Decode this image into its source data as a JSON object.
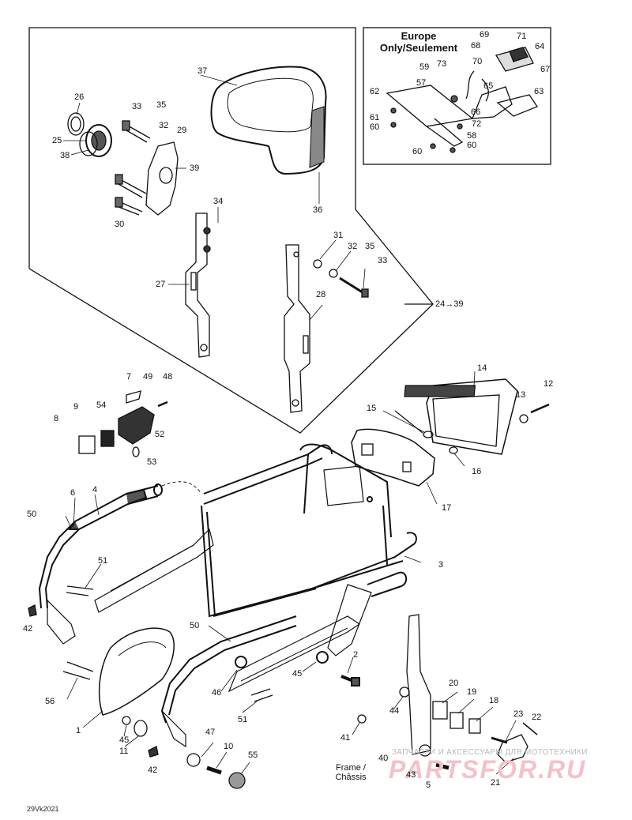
{
  "europe_box": {
    "title_line1": "Europe",
    "title_line2": "Only/Seulement"
  },
  "group_range": "24→39",
  "frame_note": {
    "line1": "Frame /",
    "line2": "Châssis"
  },
  "ref_code": "29Vk2021",
  "watermark": {
    "line1": "ЗАПЧАСТИ И АКСЕССУАРЫ ДЛЯ МОТОТЕХНИКИ",
    "line2": "PARTSFOR.RU"
  },
  "callouts": [
    {
      "id": "c26",
      "text": "26"
    },
    {
      "id": "c25",
      "text": "25"
    },
    {
      "id": "c38",
      "text": "38"
    },
    {
      "id": "c33a",
      "text": "33"
    },
    {
      "id": "c35a",
      "text": "35"
    },
    {
      "id": "c32a",
      "text": "32"
    },
    {
      "id": "c29",
      "text": "29"
    },
    {
      "id": "c39",
      "text": "39"
    },
    {
      "id": "c30",
      "text": "30"
    },
    {
      "id": "c37",
      "text": "37"
    },
    {
      "id": "c36",
      "text": "36"
    },
    {
      "id": "c34",
      "text": "34"
    },
    {
      "id": "c27",
      "text": "27"
    },
    {
      "id": "c31",
      "text": "31"
    },
    {
      "id": "c32b",
      "text": "32"
    },
    {
      "id": "c35b",
      "text": "35"
    },
    {
      "id": "c33b",
      "text": "33"
    },
    {
      "id": "c28",
      "text": "28"
    },
    {
      "id": "c69",
      "text": "69"
    },
    {
      "id": "c71",
      "text": "71"
    },
    {
      "id": "c68",
      "text": "68"
    },
    {
      "id": "c64",
      "text": "64"
    },
    {
      "id": "c70",
      "text": "70"
    },
    {
      "id": "c59",
      "text": "59"
    },
    {
      "id": "c73",
      "text": "73"
    },
    {
      "id": "c57",
      "text": "57"
    },
    {
      "id": "c67",
      "text": "67"
    },
    {
      "id": "c65",
      "text": "65"
    },
    {
      "id": "c62",
      "text": "62"
    },
    {
      "id": "c63",
      "text": "63"
    },
    {
      "id": "c66",
      "text": "66"
    },
    {
      "id": "c61",
      "text": "61"
    },
    {
      "id": "c60a",
      "text": "60"
    },
    {
      "id": "c72",
      "text": "72"
    },
    {
      "id": "c58",
      "text": "58"
    },
    {
      "id": "c60b",
      "text": "60"
    },
    {
      "id": "c60c",
      "text": "60"
    },
    {
      "id": "c7",
      "text": "7"
    },
    {
      "id": "c49",
      "text": "49"
    },
    {
      "id": "c48",
      "text": "48"
    },
    {
      "id": "c9",
      "text": "9"
    },
    {
      "id": "c54",
      "text": "54"
    },
    {
      "id": "c8",
      "text": "8"
    },
    {
      "id": "c52",
      "text": "52"
    },
    {
      "id": "c53",
      "text": "53"
    },
    {
      "id": "c14",
      "text": "14"
    },
    {
      "id": "c13",
      "text": "13"
    },
    {
      "id": "c12",
      "text": "12"
    },
    {
      "id": "c15",
      "text": "15"
    },
    {
      "id": "c16",
      "text": "16"
    },
    {
      "id": "c17",
      "text": "17"
    },
    {
      "id": "c6",
      "text": "6"
    },
    {
      "id": "c4",
      "text": "4"
    },
    {
      "id": "c50a",
      "text": "50"
    },
    {
      "id": "c51a",
      "text": "51"
    },
    {
      "id": "c3",
      "text": "3"
    },
    {
      "id": "c42a",
      "text": "42"
    },
    {
      "id": "c50b",
      "text": "50"
    },
    {
      "id": "c2",
      "text": "2"
    },
    {
      "id": "c45a",
      "text": "45"
    },
    {
      "id": "c46",
      "text": "46"
    },
    {
      "id": "c56",
      "text": "56"
    },
    {
      "id": "c51b",
      "text": "51"
    },
    {
      "id": "c1",
      "text": "1"
    },
    {
      "id": "c45b",
      "text": "45"
    },
    {
      "id": "c11",
      "text": "11"
    },
    {
      "id": "c47",
      "text": "47"
    },
    {
      "id": "c10",
      "text": "10"
    },
    {
      "id": "c55",
      "text": "55"
    },
    {
      "id": "c42b",
      "text": "42"
    },
    {
      "id": "c44",
      "text": "44"
    },
    {
      "id": "c20",
      "text": "20"
    },
    {
      "id": "c19",
      "text": "19"
    },
    {
      "id": "c18",
      "text": "18"
    },
    {
      "id": "c23",
      "text": "23"
    },
    {
      "id": "c22",
      "text": "22"
    },
    {
      "id": "c41",
      "text": "41"
    },
    {
      "id": "c40",
      "text": "40"
    },
    {
      "id": "c43",
      "text": "43"
    },
    {
      "id": "c5",
      "text": "5"
    },
    {
      "id": "c21",
      "text": "21"
    }
  ]
}
